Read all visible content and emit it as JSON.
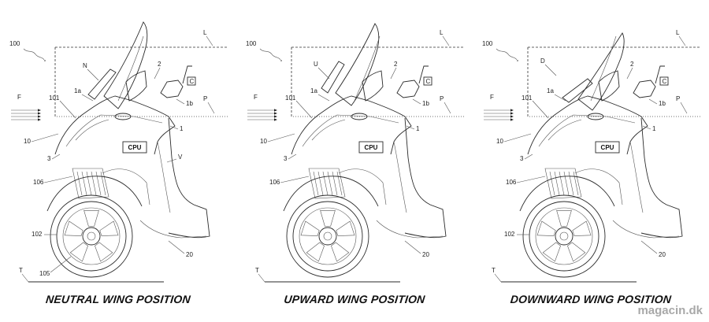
{
  "panels": [
    {
      "caption": "NEUTRAL WING POSITION",
      "wing_label": "N",
      "labels": {
        "ref_100": "100",
        "ref_1a": "1a",
        "ref_101": "101",
        "ref_F": "F",
        "ref_10": "10",
        "ref_3": "3",
        "ref_106": "106",
        "ref_102": "102",
        "ref_105": "105",
        "ref_T": "T",
        "ref_2": "2",
        "ref_C": "C",
        "ref_1b": "1b",
        "ref_P": "P",
        "ref_1": "1",
        "ref_V": "V",
        "ref_20": "20",
        "ref_L": "L",
        "cpu": "CPU"
      }
    },
    {
      "caption": "UPWARD WING POSITION",
      "wing_label": "U",
      "labels": {
        "ref_100": "100",
        "ref_1a": "1a",
        "ref_101": "101",
        "ref_F": "F",
        "ref_10": "10",
        "ref_3": "3",
        "ref_106": "106",
        "ref_102": "",
        "ref_105": "",
        "ref_T": "T",
        "ref_2": "2",
        "ref_C": "C",
        "ref_1b": "1b",
        "ref_P": "P",
        "ref_1": "1",
        "ref_V": "",
        "ref_20": "20",
        "ref_L": "L",
        "cpu": "CPU"
      }
    },
    {
      "caption": "DOWNWARD WING POSITION",
      "wing_label": "D",
      "labels": {
        "ref_100": "100",
        "ref_1a": "1a",
        "ref_101": "101",
        "ref_F": "F",
        "ref_10": "10",
        "ref_3": "3",
        "ref_106": "106",
        "ref_102": "102",
        "ref_105": "",
        "ref_T": "T",
        "ref_2": "2",
        "ref_C": "C",
        "ref_1b": "1b",
        "ref_P": "P",
        "ref_1": "1",
        "ref_V": "",
        "ref_20": "20",
        "ref_L": "L",
        "cpu": "CPU"
      }
    }
  ],
  "watermark": "magacin.dk"
}
